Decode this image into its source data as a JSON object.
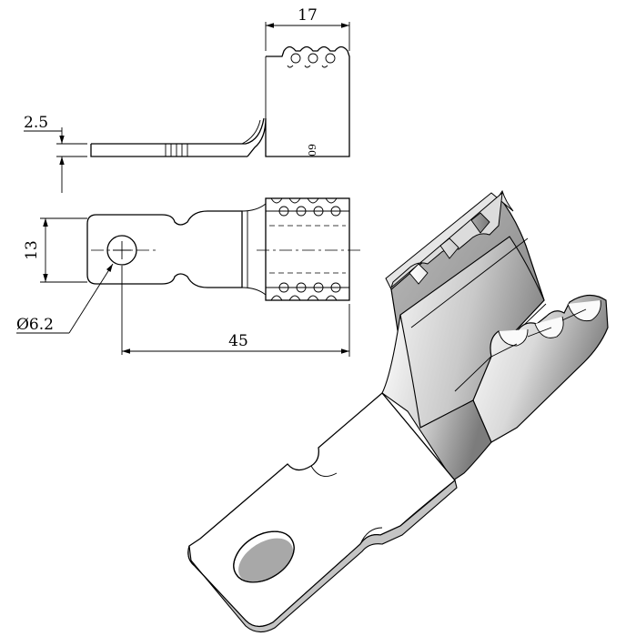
{
  "drawing": {
    "dimensions": {
      "flange_width": "17",
      "thickness": "2.5",
      "width": "13",
      "hole_diameter": "Ø6.2",
      "overall_length": "45"
    },
    "side_view_marking": "09"
  },
  "colors": {
    "line": "#000000",
    "background": "#ffffff",
    "shade_dark": "#6e6e6e",
    "shade_mid": "#b4b4b4",
    "shade_light": "#f2f2f2"
  }
}
